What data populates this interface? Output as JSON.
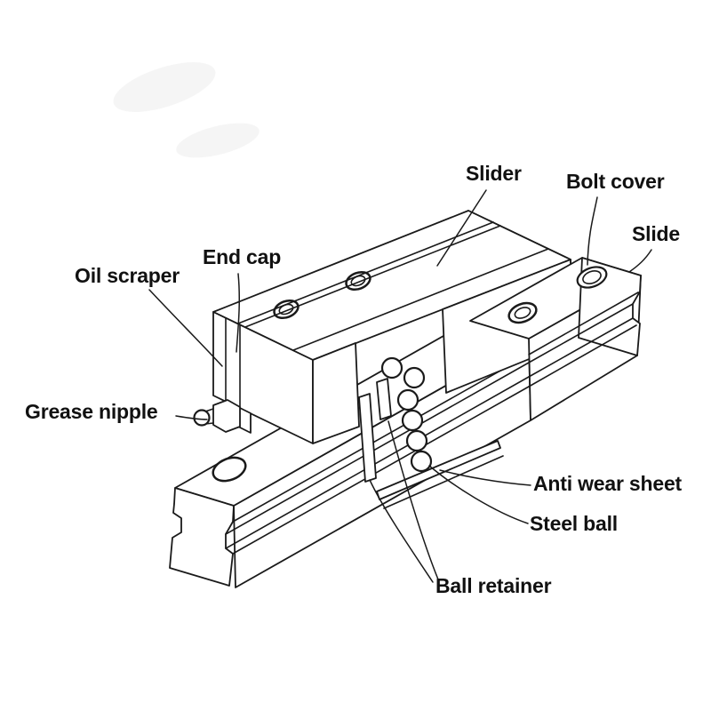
{
  "diagram": {
    "labels": {
      "slider": "Slider",
      "bolt_cover": "Bolt cover",
      "slide": "Slide",
      "end_cap": "End cap",
      "oil_scraper": "Oil scraper",
      "grease_nipple": "Grease nipple",
      "anti_wear_sheet": "Anti wear sheet",
      "steel_ball": "Steel ball",
      "ball_retainer": "Ball retainer"
    },
    "colors": {
      "line": "#1a1a1a",
      "background": "#ffffff"
    }
  }
}
